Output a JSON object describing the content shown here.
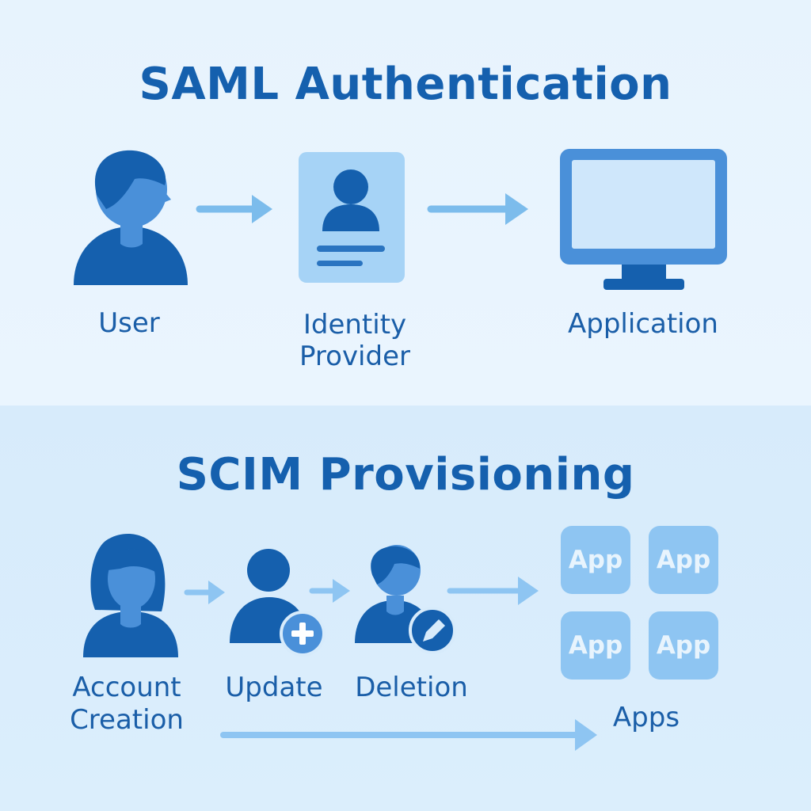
{
  "saml": {
    "title": "SAML Authentication",
    "user_label": "User",
    "idp_label_line1": "Identity",
    "idp_label_line2": "Provider",
    "app_label": "Application"
  },
  "scim": {
    "title": "SCIM Provisioning",
    "create_label_line1": "Account",
    "create_label_line2": "Creation",
    "update_label": "Update",
    "delete_label": "Deletion",
    "apps_label": "Apps",
    "app_tiles": [
      "App",
      "App",
      "App",
      "App"
    ]
  },
  "colors": {
    "dark_blue": "#1560ae",
    "mid_blue": "#4a90d9",
    "light_blue": "#8ec5f2",
    "pale_blue": "#cfe7fb",
    "arrow_blue": "#7cbcec"
  }
}
